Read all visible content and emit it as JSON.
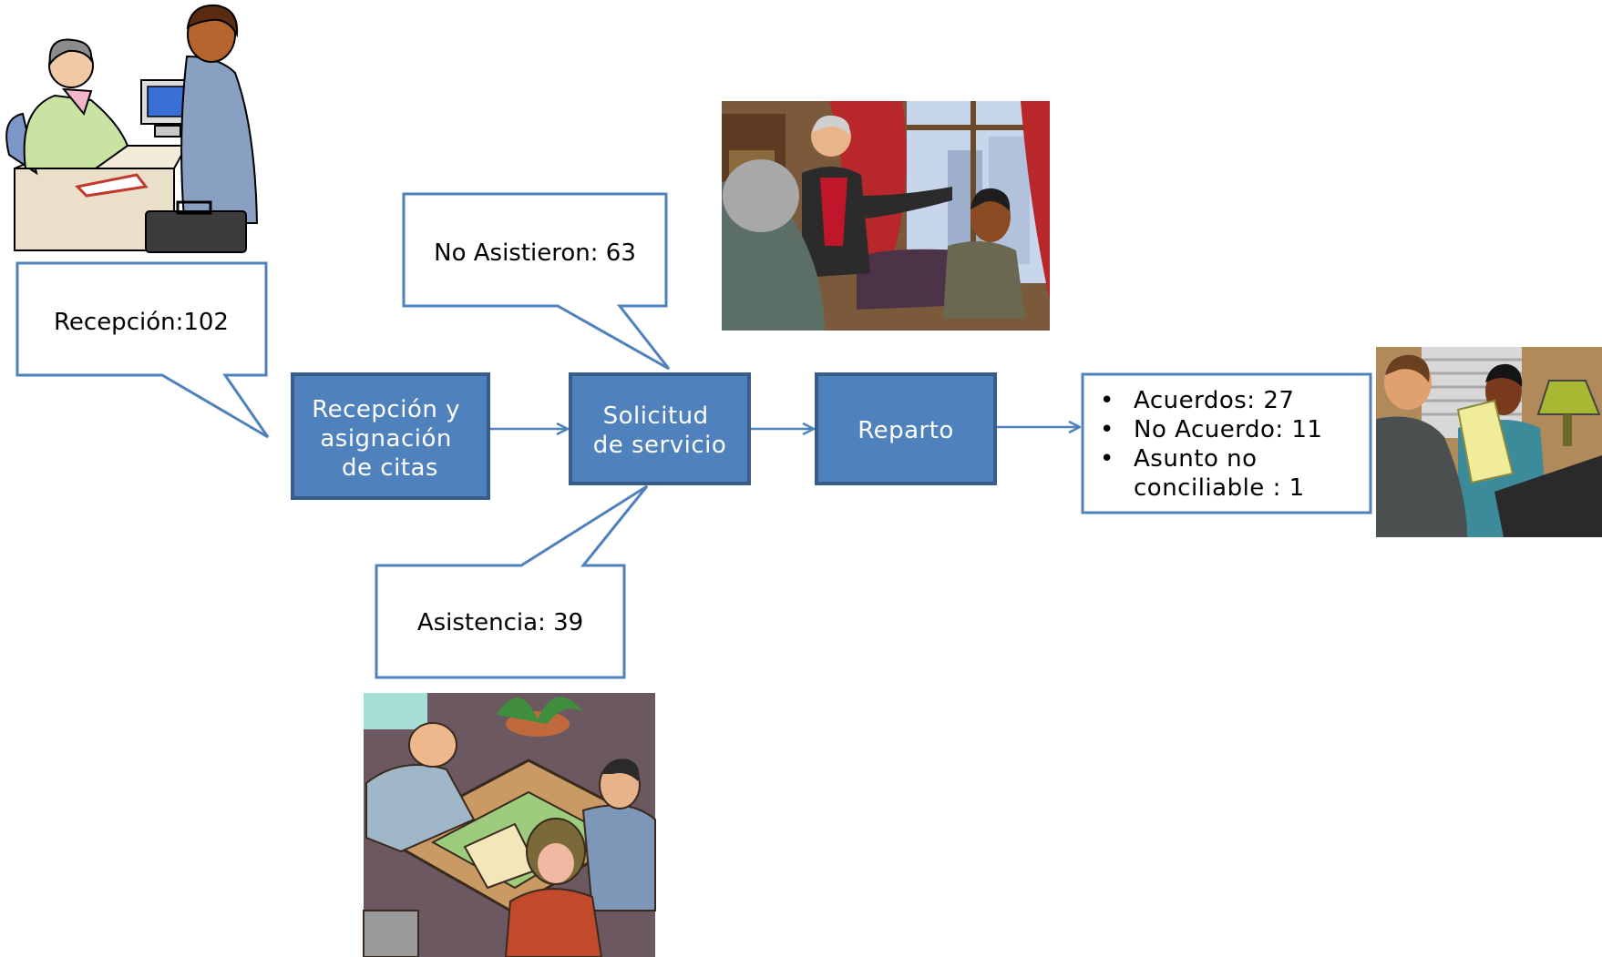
{
  "callouts": {
    "reception": "Recepción:102",
    "no_attendance": "No Asistieron: 63",
    "attendance": "Asistencia: 39"
  },
  "process": {
    "step1": [
      "Recepción y",
      "asignación",
      "de citas"
    ],
    "step2": [
      "Solicitud",
      "de servicio"
    ],
    "step3": "Reparto"
  },
  "results": {
    "bullet": "•",
    "items": [
      "Acuerdos: 27",
      "No Acuerdo: 11"
    ],
    "item3": [
      "Asunto no",
      "conciliable : 1"
    ]
  },
  "illustrations": [
    "reception-desk-clipart",
    "boardroom-meeting-clipart",
    "handshake-deal-clipart",
    "negotiation-table-clipart"
  ],
  "colors": {
    "box_fill": "#4f81bd",
    "box_stroke": "#385d8a",
    "connector": "#4f81bd",
    "callout_stroke": "#4f81bd"
  }
}
